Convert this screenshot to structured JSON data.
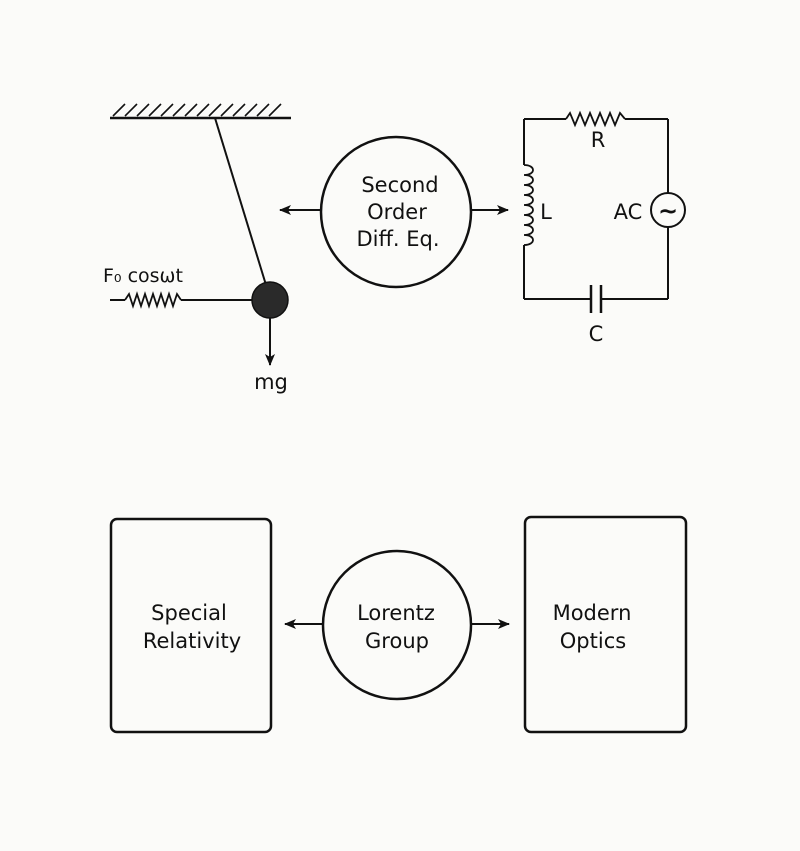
{
  "top": {
    "center_circle": {
      "line1": "Second",
      "line2": "Order",
      "line3": "Diff. Eq."
    },
    "pendulum": {
      "force_label": "F₀ cosωt",
      "weight_label": "mg"
    },
    "circuit": {
      "resistor_label": "R",
      "inductor_label": "L",
      "capacitor_label": "C",
      "source_label": "AC",
      "source_symbol": "~"
    }
  },
  "bottom": {
    "center_circle": {
      "line1": "Lorentz",
      "line2": "Group"
    },
    "left_box": {
      "line1": "Special",
      "line2": "Relativity"
    },
    "right_box": {
      "line1": "Modern",
      "line2": "Optics"
    }
  },
  "colors": {
    "ink": "#111111",
    "background": "#fbfbf9",
    "bob_fill": "#2a2a2a"
  }
}
